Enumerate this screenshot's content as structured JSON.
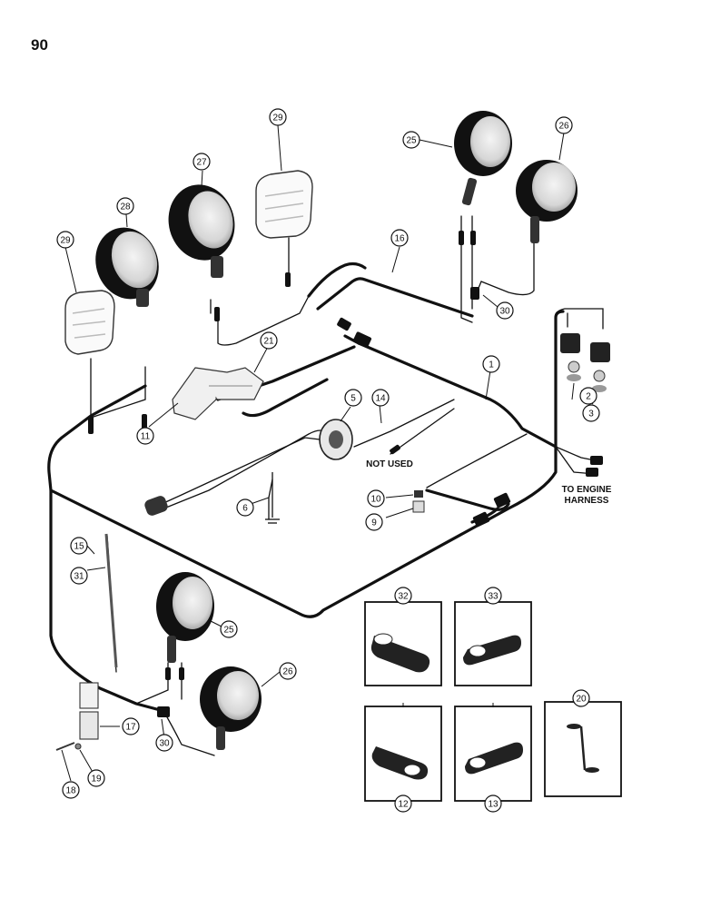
{
  "page_number": "90",
  "labels": {
    "not_used": "NOT USED",
    "to_engine_line1": "TO ENGINE",
    "to_engine_line2": "HARNESS"
  },
  "callouts": [
    "1",
    "2",
    "3",
    "5",
    "6",
    "9",
    "10",
    "11",
    "12",
    "13",
    "14",
    "15",
    "16",
    "17",
    "18",
    "19",
    "20",
    "21",
    "25",
    "25",
    "26",
    "26",
    "27",
    "28",
    "29",
    "29",
    "30",
    "30",
    "31",
    "32",
    "33"
  ]
}
